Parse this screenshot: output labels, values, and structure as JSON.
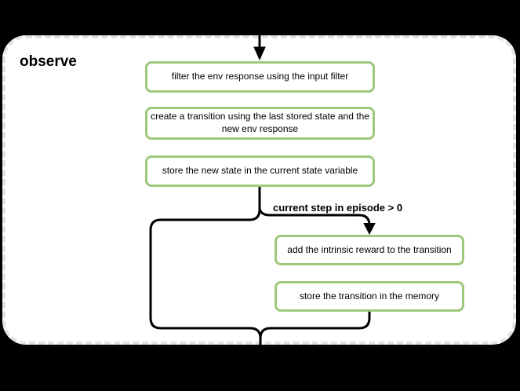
{
  "colors": {
    "background": "#000000",
    "panel": "#ffffff",
    "panel-border": "#e2e2e2",
    "node-fill": "#ffffff",
    "node-border": "#9ec87c",
    "connector": "#000000",
    "text": "#000000"
  },
  "diagram": {
    "title": "observe",
    "branch_label": "current step in episode > 0",
    "nodes": [
      {
        "label": "filter the env response using the input filter"
      },
      {
        "label": "create a transition using the last stored state and the new env response"
      },
      {
        "label": "store the new state in the current state variable"
      },
      {
        "label": "add the intrinsic reward to the transition"
      },
      {
        "label": "store the transition in the memory"
      }
    ]
  }
}
